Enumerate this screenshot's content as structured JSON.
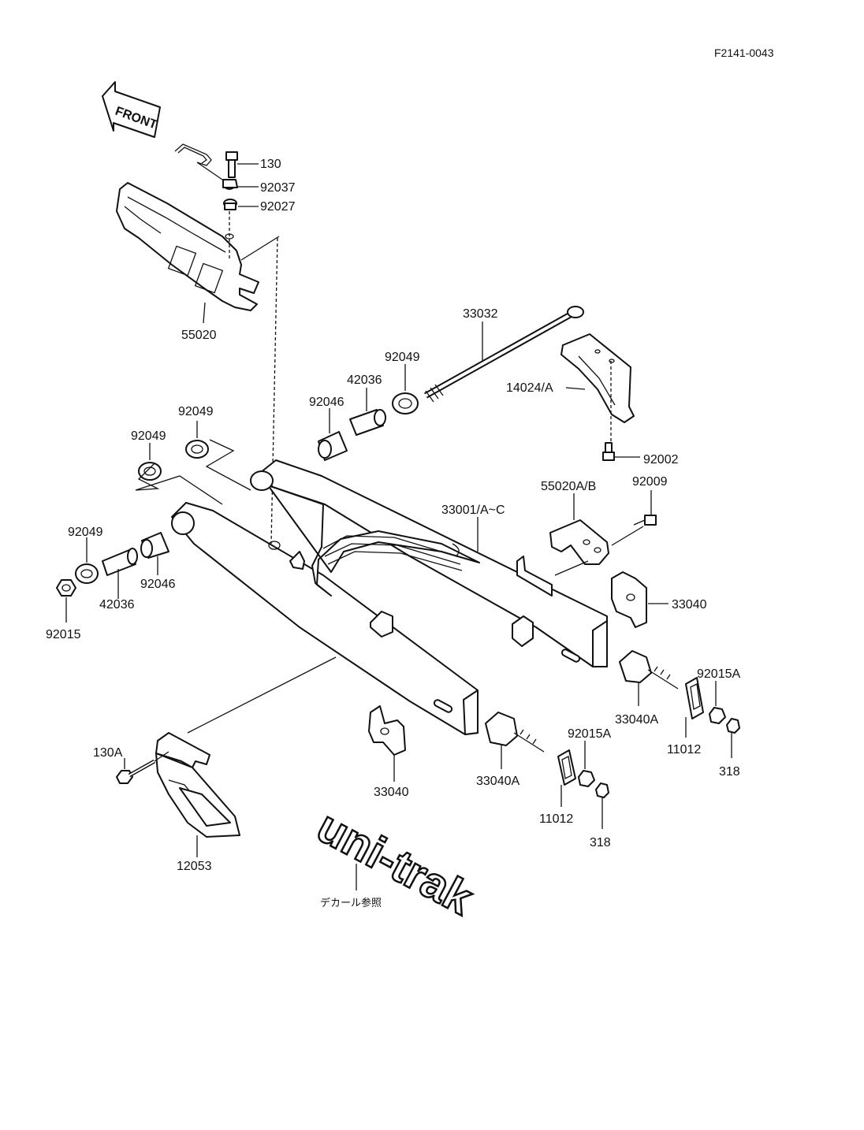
{
  "figure_code": "F2141-0043",
  "front_label": "FRONT",
  "logo_text": "uni-trak",
  "decal_note": "デカール参照",
  "labels": {
    "p130": "130",
    "p92037": "92037",
    "p92027": "92027",
    "p55020": "55020",
    "p33032": "33032",
    "p92049_top": "92049",
    "p42036_top": "42036",
    "p92046_top": "92046",
    "p14024": "14024/A",
    "p92002": "92002",
    "p92049_a": "92049",
    "p92049_b": "92049",
    "p55020ab": "55020A/B",
    "p92009": "92009",
    "p33001": "33001/A~C",
    "p92049_c": "92049",
    "p92046_b": "92046",
    "p42036_b": "42036",
    "p92015": "92015",
    "p33040_r": "33040",
    "p92015a_r": "92015A",
    "p33040a_r": "33040A",
    "p11012_r": "11012",
    "p318_r": "318",
    "p130a": "130A",
    "p33040_l": "33040",
    "p92015a_l": "92015A",
    "p33040a_l": "33040A",
    "p11012_l": "11012",
    "p318_l": "318",
    "p12053": "12053"
  }
}
